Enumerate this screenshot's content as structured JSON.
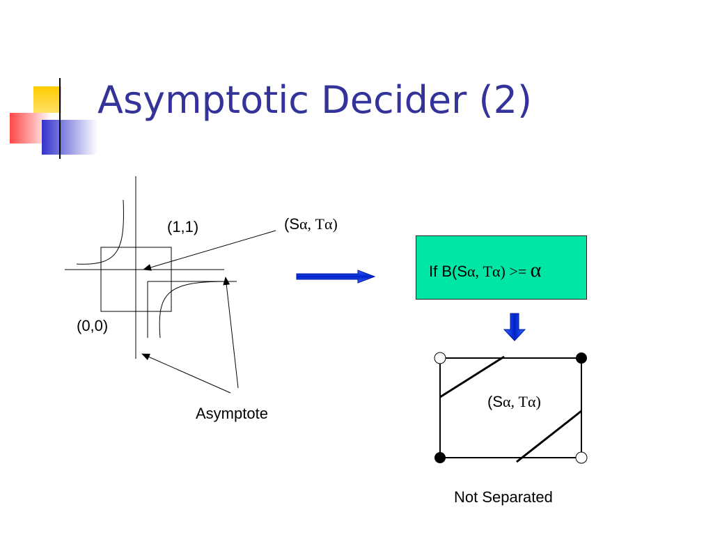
{
  "slide": {
    "title": "Asymptotic Decider (2)"
  },
  "left_diagram": {
    "label_11": "(1,1)",
    "label_00": "(0,0)",
    "label_st_open": "(S",
    "label_st_a1": "α",
    "label_st_mid": ", T",
    "label_st_a2": "α",
    "label_st_close": ")",
    "asymptote_label": "Asymptote"
  },
  "condition": {
    "text_prefix": "If  B(S",
    "a1": "α",
    "mid": ", T",
    "a2": "α",
    "close": ") >= ",
    "alpha": "α"
  },
  "right_diagram": {
    "center_open": "(S",
    "center_a1": "α",
    "center_mid": ", T",
    "center_a2": "α",
    "center_close": ")",
    "caption": "Not Separated"
  },
  "colors": {
    "title": "#333399",
    "condition_box": "#00e6a5",
    "arrow_blue": "#0033ff"
  }
}
